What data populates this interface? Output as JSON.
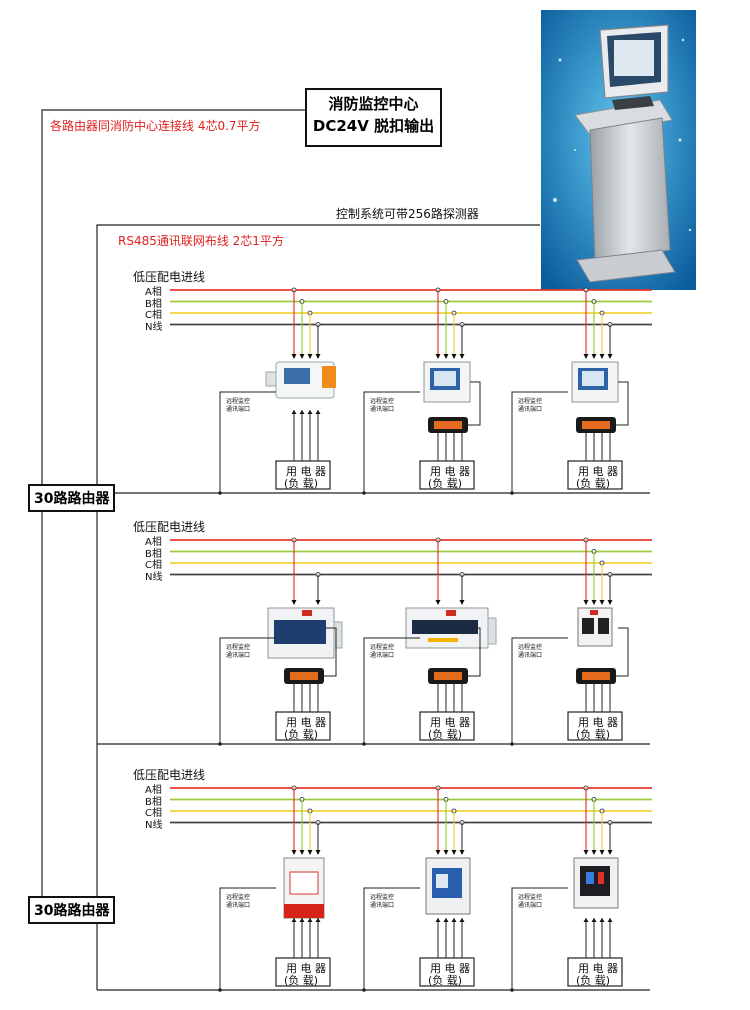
{
  "header": {
    "center_title": "消防监控中心",
    "center_subtitle": "DC24V 脱扣输出",
    "cable_note_1": "各路由器同消防中心连接线 4芯0.7平方",
    "capacity_note": "控制系统可带256路探测器",
    "cable_note_2": "RS485通讯联网布线 2芯1平方"
  },
  "routers": [
    {
      "label": "30路路由器"
    },
    {
      "label": "30路路由器"
    }
  ],
  "sections": [
    {
      "feed_label": "低压配电进线",
      "phases": [
        "A相",
        "B相",
        "C相",
        "N线"
      ],
      "units": [
        {
          "device": "detector-rail",
          "comm_label_1": "远程监控",
          "comm_label_2": "通讯端口",
          "load_line_1": "用 电 器",
          "load_line_2": "(负 载)"
        },
        {
          "device": "detector-panel",
          "comm_label_1": "远程监控",
          "comm_label_2": "通讯端口",
          "load_line_1": "用 电 器",
          "load_line_2": "(负 载)"
        },
        {
          "device": "detector-panel",
          "comm_label_1": "远程监控",
          "comm_label_2": "通讯端口",
          "load_line_1": "用 电 器",
          "load_line_2": "(负 载)"
        }
      ]
    },
    {
      "feed_label": "低压配电进线",
      "phases": [
        "A相",
        "B相",
        "C相",
        "N线"
      ],
      "units": [
        {
          "device": "multi-channel",
          "comm_label_1": "远程监控",
          "comm_label_2": "通讯端口",
          "load_line_1": "用 电 器",
          "load_line_2": "(负 载)"
        },
        {
          "device": "multi-channel-wide",
          "comm_label_1": "远程监控",
          "comm_label_2": "通讯端口",
          "load_line_1": "用 电 器",
          "load_line_2": "(负 载)"
        },
        {
          "device": "breaker-detector",
          "comm_label_1": "远程监控",
          "comm_label_2": "通讯端口",
          "load_line_1": "用 电 器",
          "load_line_2": "(负 载)"
        }
      ]
    },
    {
      "feed_label": "低压配电进线",
      "phases": [
        "A相",
        "B相",
        "C相",
        "N线"
      ],
      "units": [
        {
          "device": "red-breaker",
          "comm_label_1": "远程监控",
          "comm_label_2": "通讯端口",
          "load_line_1": "用 电 器",
          "load_line_2": "(负 载)"
        },
        {
          "device": "blue-breaker",
          "comm_label_1": "远程监控",
          "comm_label_2": "通讯端口",
          "load_line_1": "用 电 器",
          "load_line_2": "(负 载)"
        },
        {
          "device": "dark-breaker",
          "comm_label_1": "远程监控",
          "comm_label_2": "通讯端口",
          "load_line_1": "用 电 器",
          "load_line_2": "(负 载)"
        }
      ]
    }
  ],
  "colors": {
    "phase_a": "#e8392a",
    "phase_b": "#9ccc3c",
    "phase_c": "#f2d23a",
    "neutral": "#444444",
    "note_red": "#e02020",
    "kiosk_bg": "#1f8fc8",
    "transformer": "#1a1a1a",
    "transformer_accent": "#e56b1f"
  }
}
